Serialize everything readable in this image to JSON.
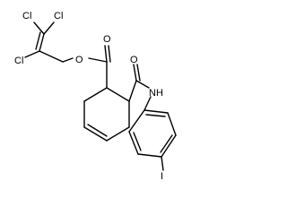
{
  "atoms": {
    "cl_top_left": "Cl",
    "cl_top_right": "Cl",
    "cl_left": "Cl",
    "ester_o_single": "O",
    "ester_o_double": "O",
    "amide_o": "O",
    "amide_nh": "NH",
    "iodine": "I"
  }
}
